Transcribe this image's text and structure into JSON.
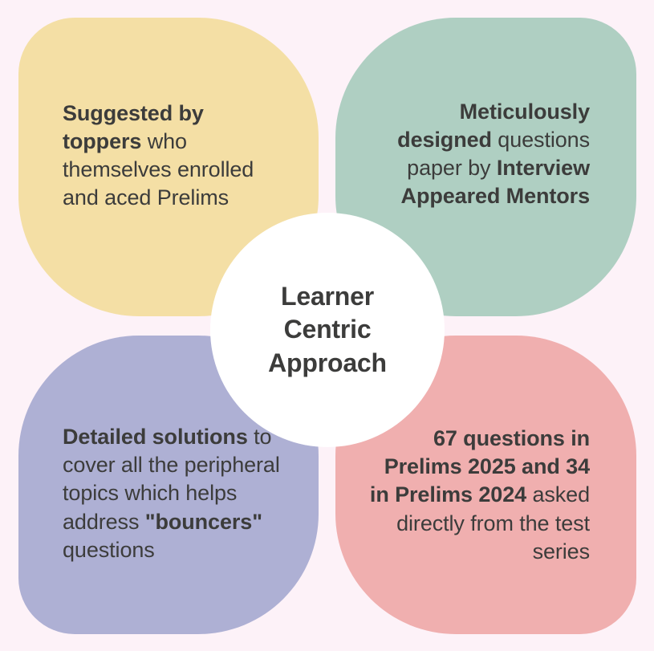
{
  "background_color": "#fdf2f8",
  "text_color": "#3c3c3b",
  "center": {
    "title_line_1": "Learner",
    "title_line_2": "Centric",
    "title_line_3": "Approach",
    "full_title": "Learner Centric Approach",
    "background_color": "#ffffff"
  },
  "petals": [
    {
      "id": "toppers",
      "position": "top-left",
      "color": "#f4dfa5",
      "text_segments": [
        {
          "text": "Suggested by toppers",
          "bold": true
        },
        {
          "text": " who themselves enrolled and aced Prelims",
          "bold": false
        }
      ],
      "full_text": "Suggested by toppers who themselves enrolled and aced Prelims",
      "align": "left"
    },
    {
      "id": "designed",
      "position": "top-right",
      "color": "#afcfc2",
      "text_segments": [
        {
          "text": "Meticulously designed",
          "bold": true
        },
        {
          "text": " questions paper by ",
          "bold": false
        },
        {
          "text": "Interview Appeared Mentors",
          "bold": true
        }
      ],
      "full_text": "Meticulously designed questions paper by Interview Appeared Mentors",
      "align": "right"
    },
    {
      "id": "solutions",
      "position": "bottom-left",
      "color": "#aeb0d4",
      "text_segments": [
        {
          "text": "Detailed solutions",
          "bold": true
        },
        {
          "text": " to cover all the peripheral topics which helps address ",
          "bold": false
        },
        {
          "text": "\"bouncers\"",
          "bold": true
        },
        {
          "text": " questions",
          "bold": false
        }
      ],
      "full_text": "Detailed solutions to cover all the peripheral topics which helps address \"bouncers\" questions",
      "align": "left"
    },
    {
      "id": "questions",
      "position": "bottom-right",
      "color": "#f0afaf",
      "text_segments": [
        {
          "text": "67 questions in Prelims 2025 and 34 in Prelims 2024",
          "bold": true
        },
        {
          "text": " asked directly from the test series",
          "bold": false
        }
      ],
      "full_text": "67 questions in Prelims 2025 and 34 in Prelims 2024 asked directly from the test series",
      "align": "right"
    }
  ]
}
